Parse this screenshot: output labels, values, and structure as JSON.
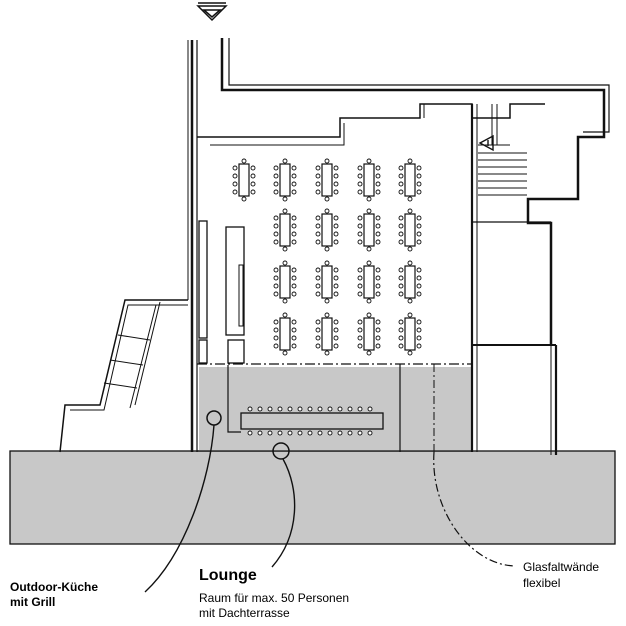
{
  "labels": {
    "outdoor_kitchen": {
      "line1": "Outdoor-Küche",
      "line2": "mit Grill"
    },
    "lounge": {
      "title": "Lounge",
      "line1": "Raum für max. 50 Personen",
      "line2": "mit Dachterrasse"
    },
    "glass_walls": {
      "line1": "Glasfaltwände",
      "line2": "flexibel"
    }
  },
  "colors": {
    "terrace_fill": "#c8c8c8",
    "wall_stroke": "#111111",
    "background": "#ffffff"
  },
  "icons": {
    "north_marker": "inverted-triangle-icon",
    "entrance_marker": "arrow-left-icon"
  }
}
